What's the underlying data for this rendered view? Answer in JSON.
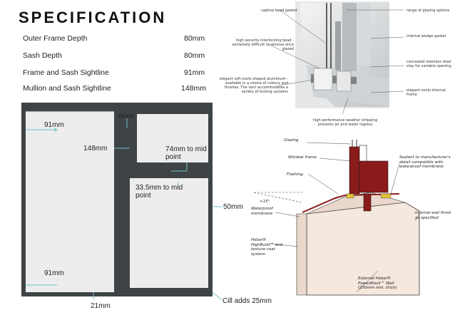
{
  "title": "SPECIFICATION",
  "specs": [
    {
      "label": "Outer Frame Depth",
      "value": "80mm"
    },
    {
      "label": "Sash Depth",
      "value": "80mm"
    },
    {
      "label": "Frame and Sash Sightline",
      "value": "91mm"
    },
    {
      "label": "Mullion and Sash Sightline",
      "value": "148mm"
    }
  ],
  "window_dims": {
    "top_left_91": "91mm",
    "top_8": "8mm",
    "mid_148": "148mm",
    "mid_74": "74mm to mid point",
    "mid_33": "33.5mm to mid point",
    "right_50": "50mm",
    "bottom_91": "91mm",
    "bottom_21": "21mm",
    "cill": "Cill adds 25mm"
  },
  "profile_callouts": {
    "captive_bead": "captive bead gasket",
    "glazing_options": "range of glazing options",
    "security_bead": "high security interlocking bead - extremely difficult to remove once glazed",
    "internal_wedge": "internal wedge gasket",
    "stainless_stay": "concealed stainless steel stay for variable opening",
    "aluminium": "elegant soft ovolo shaped aluminium - available in a choice of colours and finishes. The vent accommodates a variety of locking systems",
    "ovolo_frame": "elegant ovolo internal frame",
    "weather_strip": "high performance weather stripping prevents air and water ingress"
  },
  "detail_labels": {
    "glazing": "Glazing",
    "window_frame": "Window frame",
    "flashing": "Flashing",
    "sealant": "Sealant to manufacturer's detail compatible with waterproof membrane",
    "angle": ">15°",
    "internal_finish": "Internal wall finish as specified",
    "waterproof": "Waterproof membrane",
    "hebel_highbuild": "Hebel® HighBuild™ and texture coat system",
    "external_wall": "External Hebel® PowerBlock™ Wall (250mm min. thick)"
  },
  "colors": {
    "frame": "#3e4346",
    "glass": "#ededed",
    "wall": "#f5e8df",
    "sealant": "#e2c23a",
    "flashing": "#8b1a1a",
    "dim_line": "#6fc3c7"
  }
}
